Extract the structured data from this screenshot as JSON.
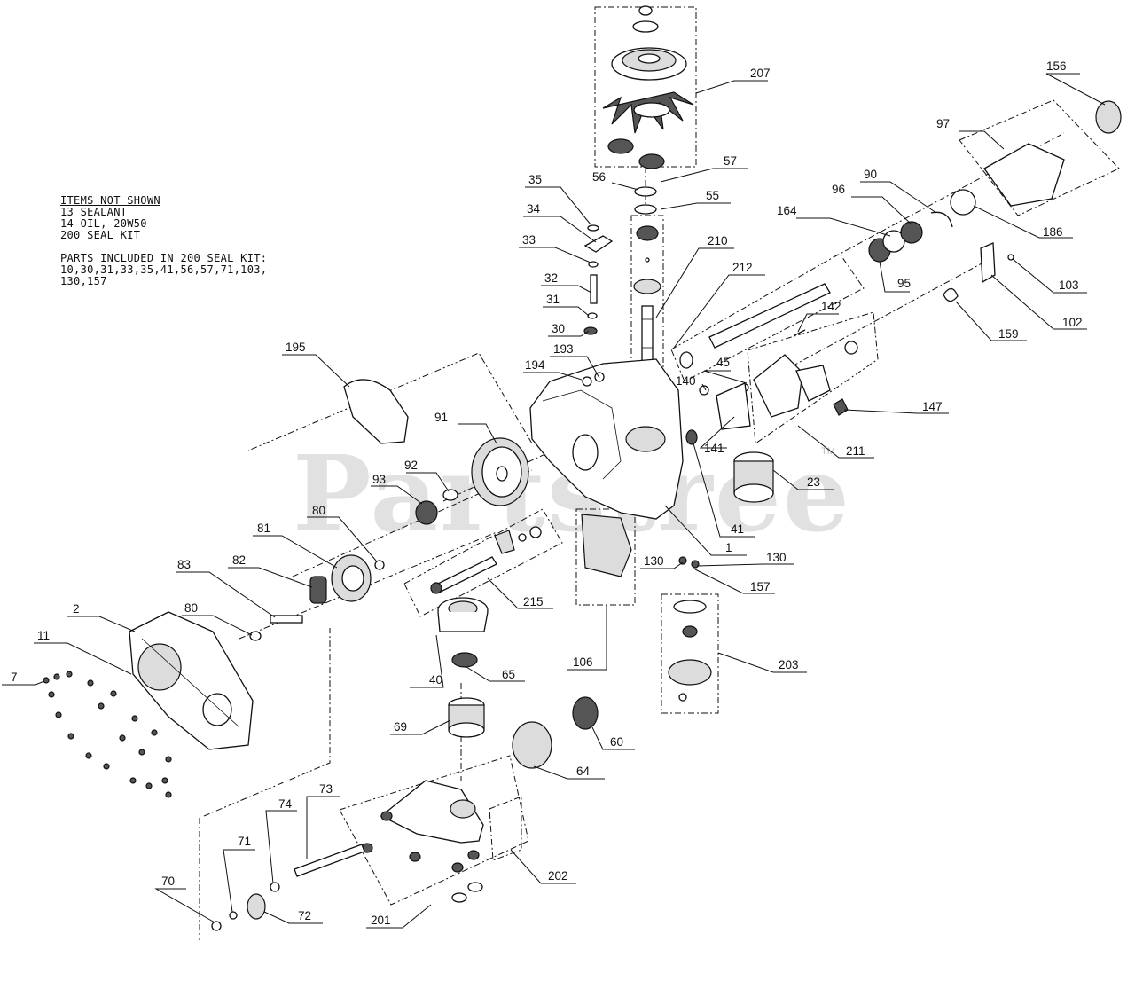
{
  "notes": {
    "heading": "ITEMS NOT SHOWN",
    "lines": [
      "13 SEALANT",
      "14 OIL, 20W50",
      "200 SEAL KIT"
    ],
    "kit_lines": [
      "PARTS INCLUDED IN 200 SEAL KIT:",
      "10,30,31,33,35,41,56,57,71,103,",
      "130,157"
    ]
  },
  "watermark": {
    "text": "Partstree",
    "trademark": "TM"
  },
  "callouts": [
    {
      "id": "207",
      "label": "207"
    },
    {
      "id": "57",
      "label": "57"
    },
    {
      "id": "56",
      "label": "56"
    },
    {
      "id": "55",
      "label": "55"
    },
    {
      "id": "35",
      "label": "35"
    },
    {
      "id": "34",
      "label": "34"
    },
    {
      "id": "33",
      "label": "33"
    },
    {
      "id": "32",
      "label": "32"
    },
    {
      "id": "31",
      "label": "31"
    },
    {
      "id": "30",
      "label": "30"
    },
    {
      "id": "193",
      "label": "193"
    },
    {
      "id": "194",
      "label": "194"
    },
    {
      "id": "210",
      "label": "210"
    },
    {
      "id": "212",
      "label": "212"
    },
    {
      "id": "156",
      "label": "156"
    },
    {
      "id": "97",
      "label": "97"
    },
    {
      "id": "90",
      "label": "90"
    },
    {
      "id": "96",
      "label": "96"
    },
    {
      "id": "164",
      "label": "164"
    },
    {
      "id": "186",
      "label": "186"
    },
    {
      "id": "95",
      "label": "95"
    },
    {
      "id": "103",
      "label": "103"
    },
    {
      "id": "102",
      "label": "102"
    },
    {
      "id": "159",
      "label": "159"
    },
    {
      "id": "142",
      "label": "142"
    },
    {
      "id": "45",
      "label": "45"
    },
    {
      "id": "140",
      "label": "140"
    },
    {
      "id": "141",
      "label": "141"
    },
    {
      "id": "147",
      "label": "147"
    },
    {
      "id": "211",
      "label": "211"
    },
    {
      "id": "23",
      "label": "23"
    },
    {
      "id": "41",
      "label": "41"
    },
    {
      "id": "1",
      "label": "1"
    },
    {
      "id": "130a",
      "label": "130"
    },
    {
      "id": "130b",
      "label": "130"
    },
    {
      "id": "157",
      "label": "157"
    },
    {
      "id": "195",
      "label": "195"
    },
    {
      "id": "91",
      "label": "91"
    },
    {
      "id": "92",
      "label": "92"
    },
    {
      "id": "93",
      "label": "93"
    },
    {
      "id": "80a",
      "label": "80"
    },
    {
      "id": "81",
      "label": "81"
    },
    {
      "id": "83",
      "label": "83"
    },
    {
      "id": "82",
      "label": "82"
    },
    {
      "id": "80b",
      "label": "80"
    },
    {
      "id": "2",
      "label": "2"
    },
    {
      "id": "11",
      "label": "11"
    },
    {
      "id": "7",
      "label": "7"
    },
    {
      "id": "215",
      "label": "215"
    },
    {
      "id": "40",
      "label": "40"
    },
    {
      "id": "65",
      "label": "65"
    },
    {
      "id": "106",
      "label": "106"
    },
    {
      "id": "203",
      "label": "203"
    },
    {
      "id": "69",
      "label": "69"
    },
    {
      "id": "60",
      "label": "60"
    },
    {
      "id": "64",
      "label": "64"
    },
    {
      "id": "73",
      "label": "73"
    },
    {
      "id": "74",
      "label": "74"
    },
    {
      "id": "71",
      "label": "71"
    },
    {
      "id": "70",
      "label": "70"
    },
    {
      "id": "72",
      "label": "72"
    },
    {
      "id": "202",
      "label": "202"
    },
    {
      "id": "201",
      "label": "201"
    }
  ]
}
